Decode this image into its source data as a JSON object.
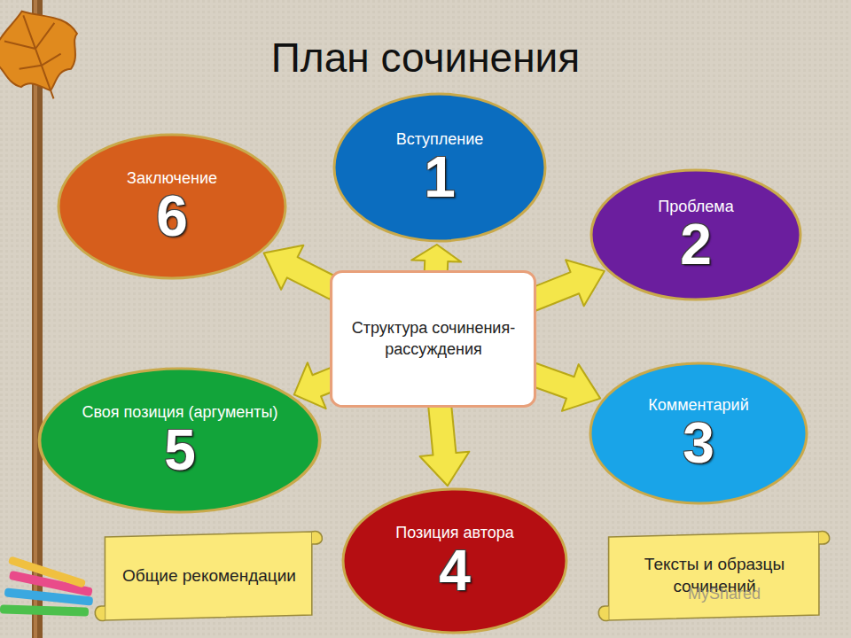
{
  "diagram": {
    "title": "План сочинения",
    "nodes": [
      {
        "text": [
          "Структура сочинения-рассуждения"
        ]
      },
      {
        "text": [
          "Вступление",
          "1"
        ]
      },
      {
        "text": [
          "Проблема",
          "2"
        ]
      },
      {
        "text": [
          "Комментарий",
          "3"
        ]
      },
      {
        "text": [
          "Позиция автора",
          "4"
        ]
      },
      {
        "text": [
          "Своя позиция (аргументы)",
          "5"
        ]
      },
      {
        "text": [
          "Заключение",
          "6"
        ]
      },
      {
        "text": [
          "Общие рекомендации"
        ]
      },
      {
        "text": [
          "Тексты и образцы сочинений"
        ]
      }
    ],
    "edges": [
      {
        "from": 0,
        "to": 1,
        "arrow": "to"
      },
      {
        "from": 0,
        "to": 2,
        "arrow": "to"
      },
      {
        "from": 0,
        "to": 3,
        "arrow": "to"
      },
      {
        "from": 0,
        "to": 4,
        "arrow": "to"
      },
      {
        "from": 0,
        "to": 5,
        "arrow": "to"
      },
      {
        "from": 0,
        "to": 6,
        "arrow": "to"
      }
    ],
    "labels": [
      "MyShared"
    ]
  }
}
